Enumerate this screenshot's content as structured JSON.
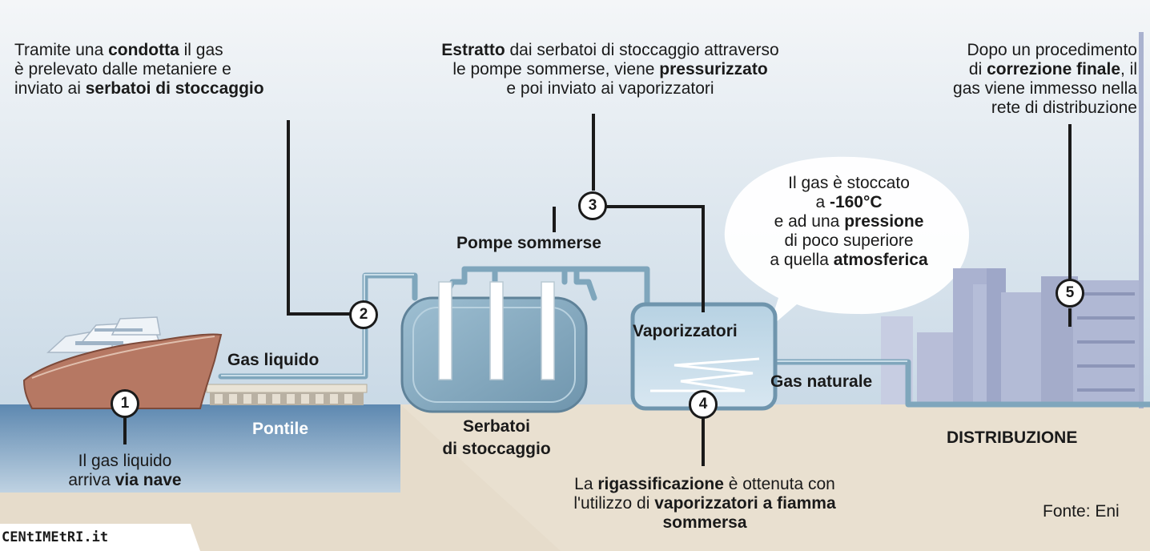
{
  "steps": [
    {
      "number": "1",
      "lines": [
        [
          "Il gas liquido"
        ],
        [
          "arriva ",
          "<b>via nave</b>"
        ]
      ]
    },
    {
      "number": "2",
      "lines": [
        [
          "Tramite una ",
          "<b>condotta</b>",
          " il gas"
        ],
        [
          "è prelevato dalle metaniere e"
        ],
        [
          "inviato ai ",
          "<b>serbatoi di stoccaggio</b>"
        ]
      ]
    },
    {
      "number": "3",
      "lines": [
        [
          "<b>Estratto</b>",
          " dai serbatoi di stoccaggio attraverso"
        ],
        [
          "le pompe sommerse, viene ",
          "<b>pressurizzato</b>"
        ],
        [
          "e poi inviato ai vaporizzatori"
        ]
      ]
    },
    {
      "number": "4",
      "lines": [
        [
          "La ",
          "<b>rigassificazione</b>",
          " è ottenuta con"
        ],
        [
          "l'utilizzo di ",
          "<b>vaporizzatori a fiamma</b>"
        ],
        [
          "<b>sommersa</b>"
        ]
      ]
    },
    {
      "number": "5",
      "lines": [
        [
          "Dopo un procedimento"
        ],
        [
          "di ",
          "<b>correzione finale</b>",
          ", il"
        ],
        [
          "gas viene immesso nella"
        ],
        [
          "rete di distribuzione"
        ]
      ]
    }
  ],
  "callout": {
    "lines": [
      [
        "Il gas è stoccato"
      ],
      [
        "a ",
        "<b>-160°C</b>"
      ],
      [
        "e ad una ",
        "<b>pressione</b>"
      ],
      [
        "di poco superiore"
      ],
      [
        "a quella ",
        "<b>atmosferica</b>"
      ]
    ]
  },
  "labels": {
    "gas_liquido": "Gas liquido",
    "pontile": "Pontile",
    "pompe_sommerse": "Pompe sommerse",
    "serbatoi_line1": "Serbatoi",
    "serbatoi_line2": "di stoccaggio",
    "vaporizzatori": "Vaporizzatori",
    "gas_naturale": "Gas naturale",
    "distribuzione": "DISTRIBUZIONE"
  },
  "source": "Fonte: Eni",
  "brand": "CENtIMEtRI.it",
  "colors": {
    "pipe": "#7fa6bc",
    "sea": "#5d88b0",
    "ship_hull": "#b67863",
    "ground": "#e6dccb",
    "tank": "#8aaec3",
    "city": "#b8bed8"
  }
}
